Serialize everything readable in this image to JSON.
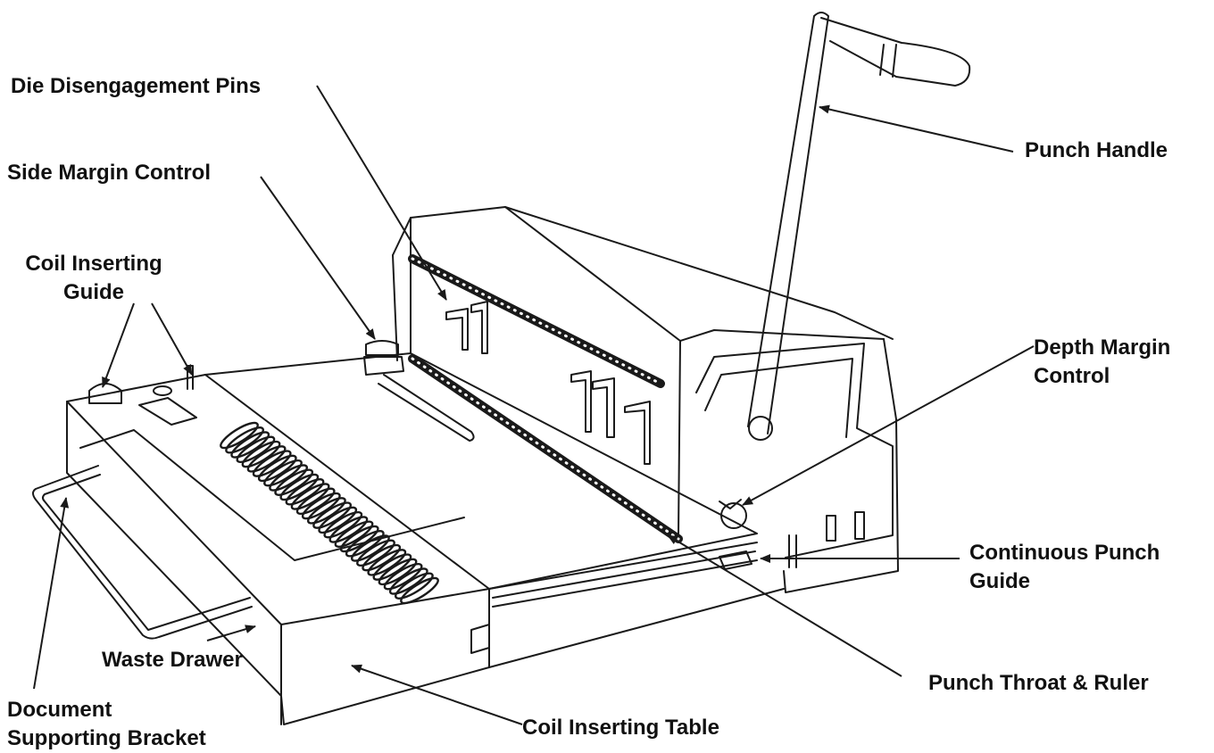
{
  "labels": {
    "die_disengagement_pins": "Die Disengagement Pins",
    "side_margin_control": "Side Margin Control",
    "coil_inserting_guide_1": "Coil Inserting",
    "coil_inserting_guide_2": "Guide",
    "punch_handle": "Punch Handle",
    "depth_margin_control_1": "Depth Margin",
    "depth_margin_control_2": "Control",
    "continuous_punch_guide_1": "Continuous Punch",
    "continuous_punch_guide_2": "Guide",
    "waste_drawer": "Waste Drawer",
    "document_supporting_bracket_1": "Document",
    "document_supporting_bracket_2": "Supporting Bracket",
    "coil_inserting_table": "Coil Inserting Table",
    "punch_throat_ruler": "Punch Throat & Ruler"
  },
  "colors": {
    "line": "#1a1a1a",
    "text": "#111111"
  }
}
